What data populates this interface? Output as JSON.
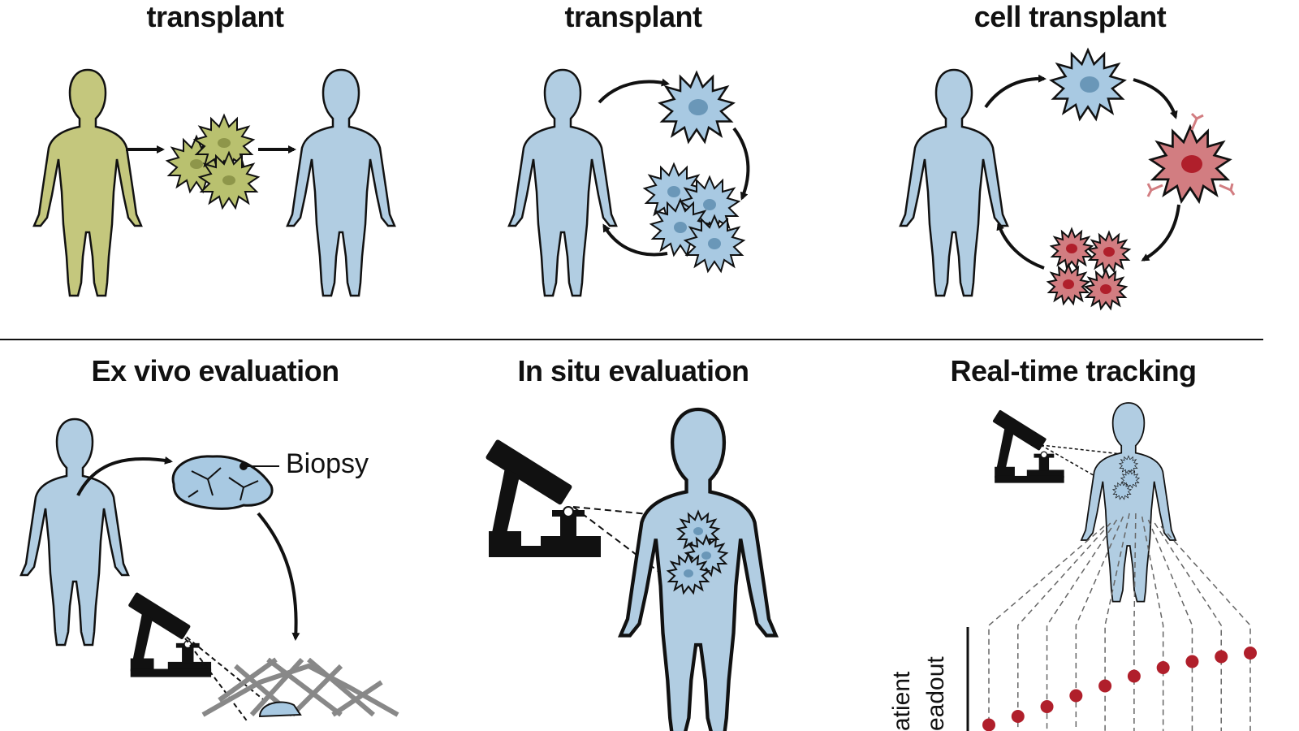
{
  "top_row": {
    "titles": [
      "transplant",
      "transplant",
      "cell transplant"
    ]
  },
  "bottom_row": {
    "titles": [
      "Ex vivo evaluation",
      "In situ evaluation",
      "Real-time tracking"
    ],
    "biopsy_label": "Biopsy",
    "readout_label_line1": "atient",
    "readout_label_line2": "eadout",
    "readout_points": [
      0.05,
      0.12,
      0.2,
      0.29,
      0.37,
      0.45,
      0.52,
      0.57,
      0.61,
      0.64
    ]
  },
  "colors": {
    "donor_body": "#c4c77d",
    "patient_body": "#b1cde2",
    "green_cell": "#b9c16f",
    "blue_cell": "#a8c9e2",
    "red_cell": "#d27d81",
    "red_nucleus": "#b01f2b",
    "readout_dot": "#b01f2b",
    "outline": "#111111"
  },
  "icons": [
    "microscope-icon",
    "biopsy-tissue-icon",
    "scaffold-mesh-icon"
  ]
}
